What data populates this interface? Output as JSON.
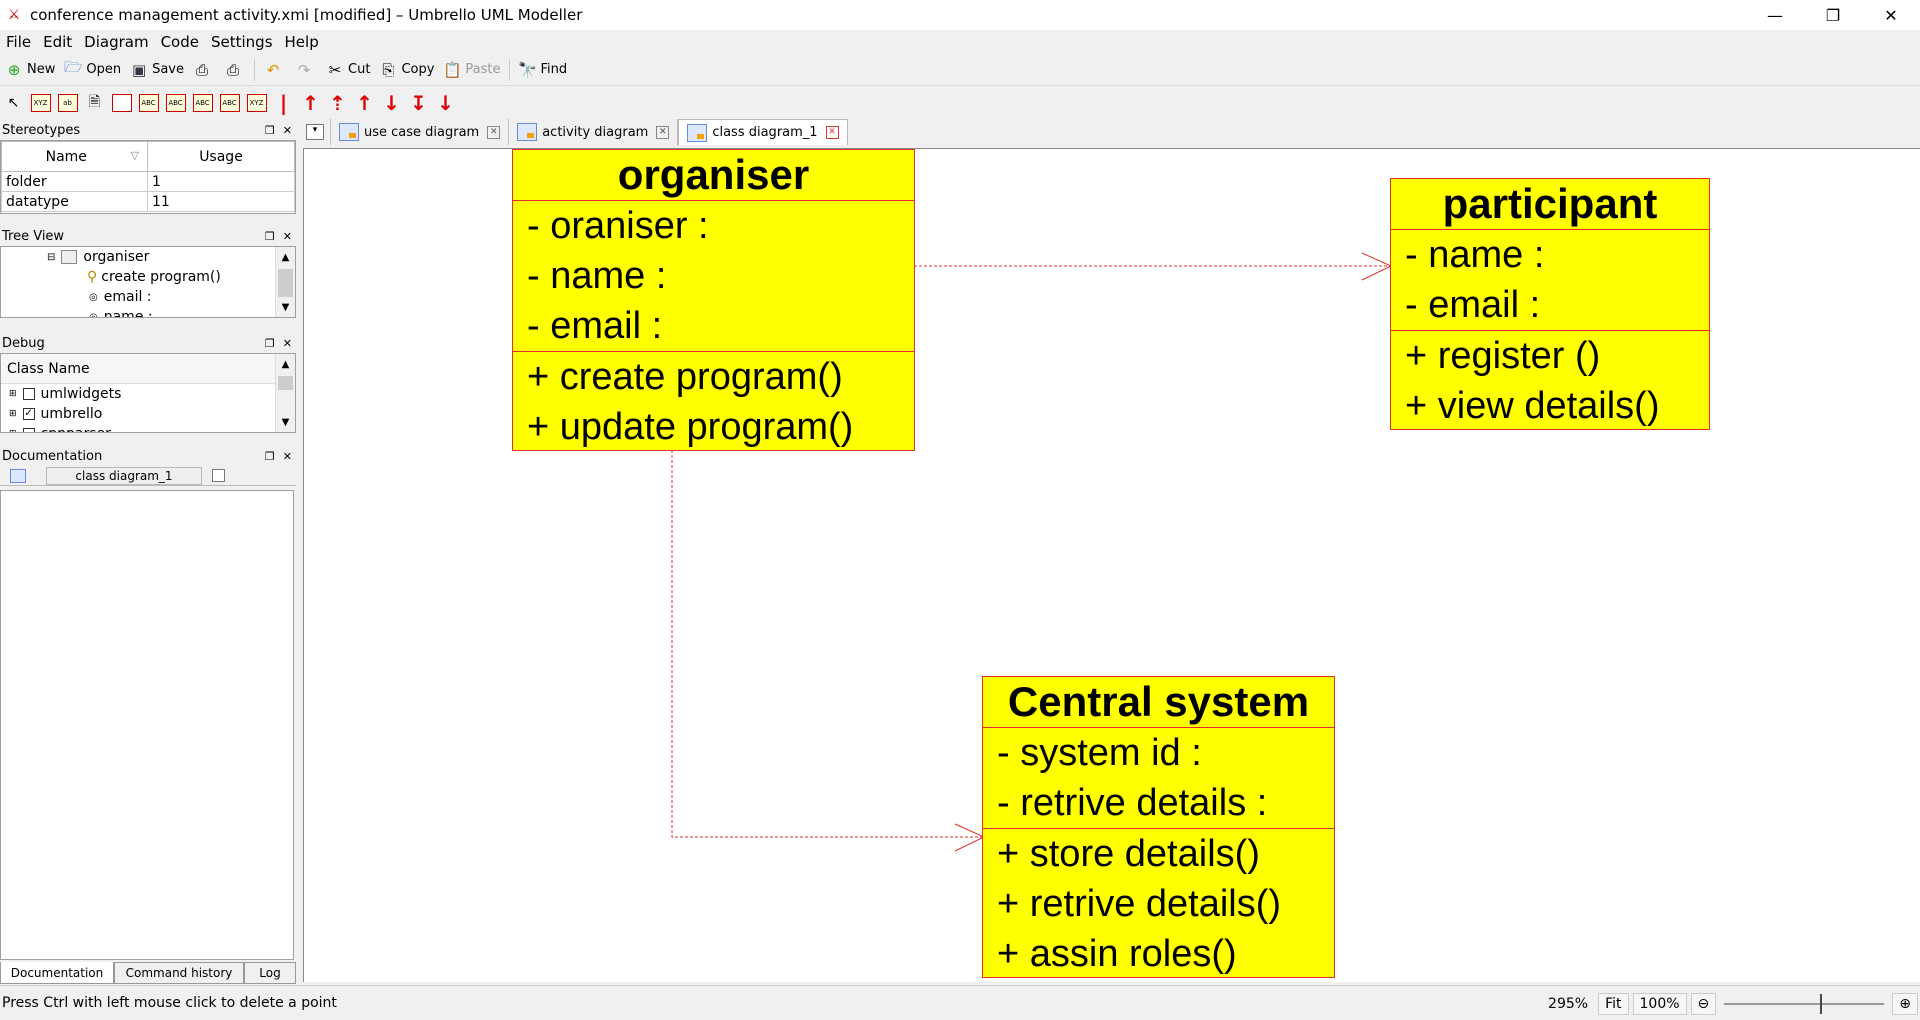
{
  "window": {
    "title": "conference management activity.xmi [modified] – Umbrello UML Modeller",
    "controls": [
      "minimize-icon",
      "restore-icon",
      "close-icon"
    ]
  },
  "menu": [
    "File",
    "Edit",
    "Diagram",
    "Code",
    "Settings",
    "Help"
  ],
  "toolbar": {
    "new": "New",
    "open": "Open",
    "save": "Save",
    "cut": "Cut",
    "copy": "Copy",
    "paste": "Paste",
    "find": "Find"
  },
  "stereotypes": {
    "title": "Stereotypes",
    "columns": [
      "Name",
      "Usage"
    ],
    "rows": [
      {
        "name": "folder",
        "usage": "1"
      },
      {
        "name": "datatype",
        "usage": "11"
      }
    ]
  },
  "tree_view": {
    "title": "Tree View",
    "items": [
      "organiser",
      "create program()",
      "email :",
      "name :"
    ]
  },
  "debug": {
    "title": "Debug",
    "header": "Class Name",
    "items": [
      {
        "label": "umlwidgets",
        "checked": false
      },
      {
        "label": "umbrello",
        "checked": true
      },
      {
        "label": "cppparser",
        "checked": false
      }
    ]
  },
  "documentation": {
    "title": "Documentation",
    "field": "class diagram_1"
  },
  "dock_tabs": [
    "Documentation",
    "Command history",
    "Log"
  ],
  "tabs": [
    {
      "label": "use case diagram",
      "active": false
    },
    {
      "label": "activity diagram",
      "active": false
    },
    {
      "label": "class diagram_1",
      "active": true
    }
  ],
  "diagram": {
    "classes": {
      "organiser": {
        "name": "organiser",
        "attributes": [
          "- oraniser :",
          "- name :",
          "- email :"
        ],
        "operations": [
          "+ create program()",
          "+ update program()"
        ]
      },
      "participant": {
        "name": "participant",
        "attributes": [
          "- name :",
          "- email :"
        ],
        "operations": [
          "+ register ()",
          "+ view details()"
        ]
      },
      "central": {
        "name": "Central system",
        "attributes": [
          "- system id :",
          "- retrive details :"
        ],
        "operations": [
          "+ store details()",
          "+ retrive details()",
          "+ assin roles()"
        ]
      }
    },
    "colors": {
      "class_fill": "#ffff00",
      "class_border": "#e0302e",
      "dependency": "#e0302e"
    }
  },
  "status": {
    "message": "Press Ctrl with left mouse click to delete a point",
    "zoom": "295%",
    "fit": "Fit",
    "hundred": "100%"
  }
}
